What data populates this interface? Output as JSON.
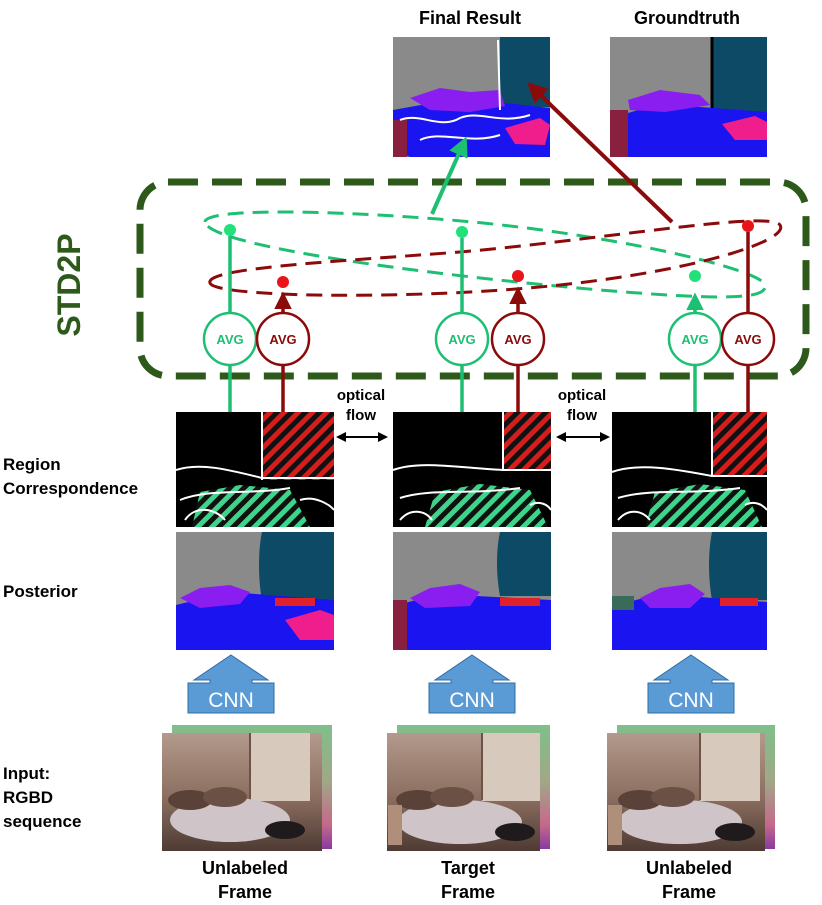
{
  "labels": {
    "final_result": "Final Result",
    "groundtruth": "Groundtruth",
    "std2p": "STD2P",
    "region": "Region",
    "correspondence": "Correspondence",
    "posterior": "Posterior",
    "input": "Input:",
    "rgbd": "RGBD",
    "sequence": "sequence",
    "optical": "optical",
    "flow": "flow",
    "avg": "AVG",
    "cnn": "CNN"
  },
  "frames": [
    {
      "line1": "Unlabeled",
      "line2": "Frame"
    },
    {
      "line1": "Target",
      "line2": "Frame"
    },
    {
      "line1": "Unlabeled",
      "line2": "Frame"
    }
  ],
  "colors": {
    "std2p_border": "#2d5a1b",
    "green_path": "#1dbf73",
    "green_dot": "#22e07a",
    "red_path": "#8b0a0a",
    "red_dot": "#e8141a",
    "cnn_fill": "#5b9bd5",
    "segment_gray": "#8a8a8a",
    "segment_teal": "#0d4a66",
    "segment_blue": "#1a14f0",
    "segment_purple": "#8a1ef0",
    "segment_pink": "#f01e8c",
    "segment_maroon": "#8a2040"
  }
}
